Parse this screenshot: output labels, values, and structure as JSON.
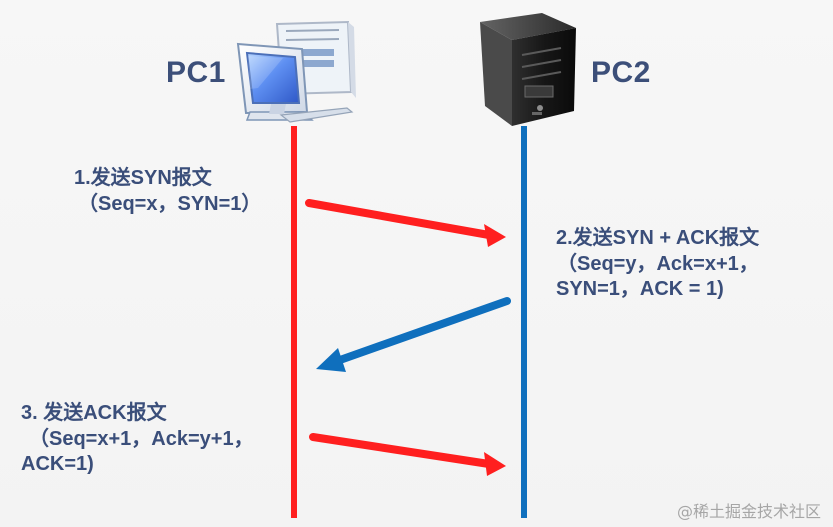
{
  "nodes": {
    "pc1": {
      "label": "PC1",
      "color": "#ff1f1f"
    },
    "pc2": {
      "label": "PC2",
      "color": "#0f6fbd"
    }
  },
  "steps": {
    "step1": {
      "line1": "1.发送SYN报文",
      "line2": "（Seq=x，SYN=1）"
    },
    "step2": {
      "line1": "2.发送SYN + ACK报文",
      "line2": "（Seq=y，Ack=x+1，",
      "line3": "SYN=1，ACK = 1)"
    },
    "step3": {
      "line1": "3. 发送ACK报文",
      "line2": "（Seq=x+1，Ack=y+1，",
      "line3": "ACK=1)"
    }
  },
  "icons": {
    "pc1": "desktop-computer-icon",
    "pc2": "server-tower-icon"
  },
  "watermark": "@稀土掘金技术社区"
}
